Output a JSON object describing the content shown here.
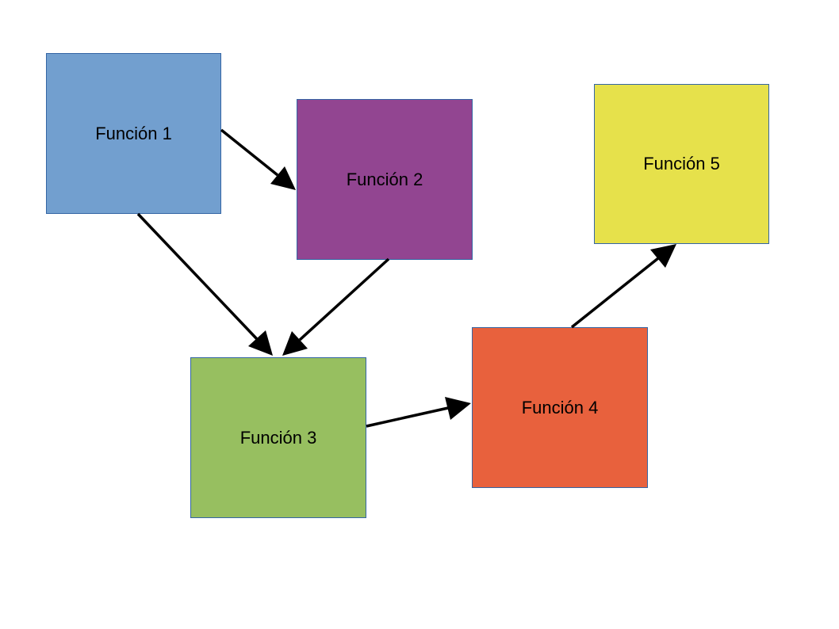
{
  "diagram": {
    "nodes": [
      {
        "id": "1",
        "label": "Función 1",
        "color": "#729fcf"
      },
      {
        "id": "2",
        "label": "Función 2",
        "color": "#924591"
      },
      {
        "id": "3",
        "label": "Función 3",
        "color": "#97bf60"
      },
      {
        "id": "4",
        "label": "Función 4",
        "color": "#e8613d"
      },
      {
        "id": "5",
        "label": "Función 5",
        "color": "#e6e14b"
      }
    ],
    "edges": [
      {
        "from": "1",
        "to": "2"
      },
      {
        "from": "1",
        "to": "3"
      },
      {
        "from": "2",
        "to": "3"
      },
      {
        "from": "3",
        "to": "4"
      },
      {
        "from": "4",
        "to": "5"
      }
    ],
    "border_color": "#3465a4",
    "arrow_color": "#000000"
  }
}
